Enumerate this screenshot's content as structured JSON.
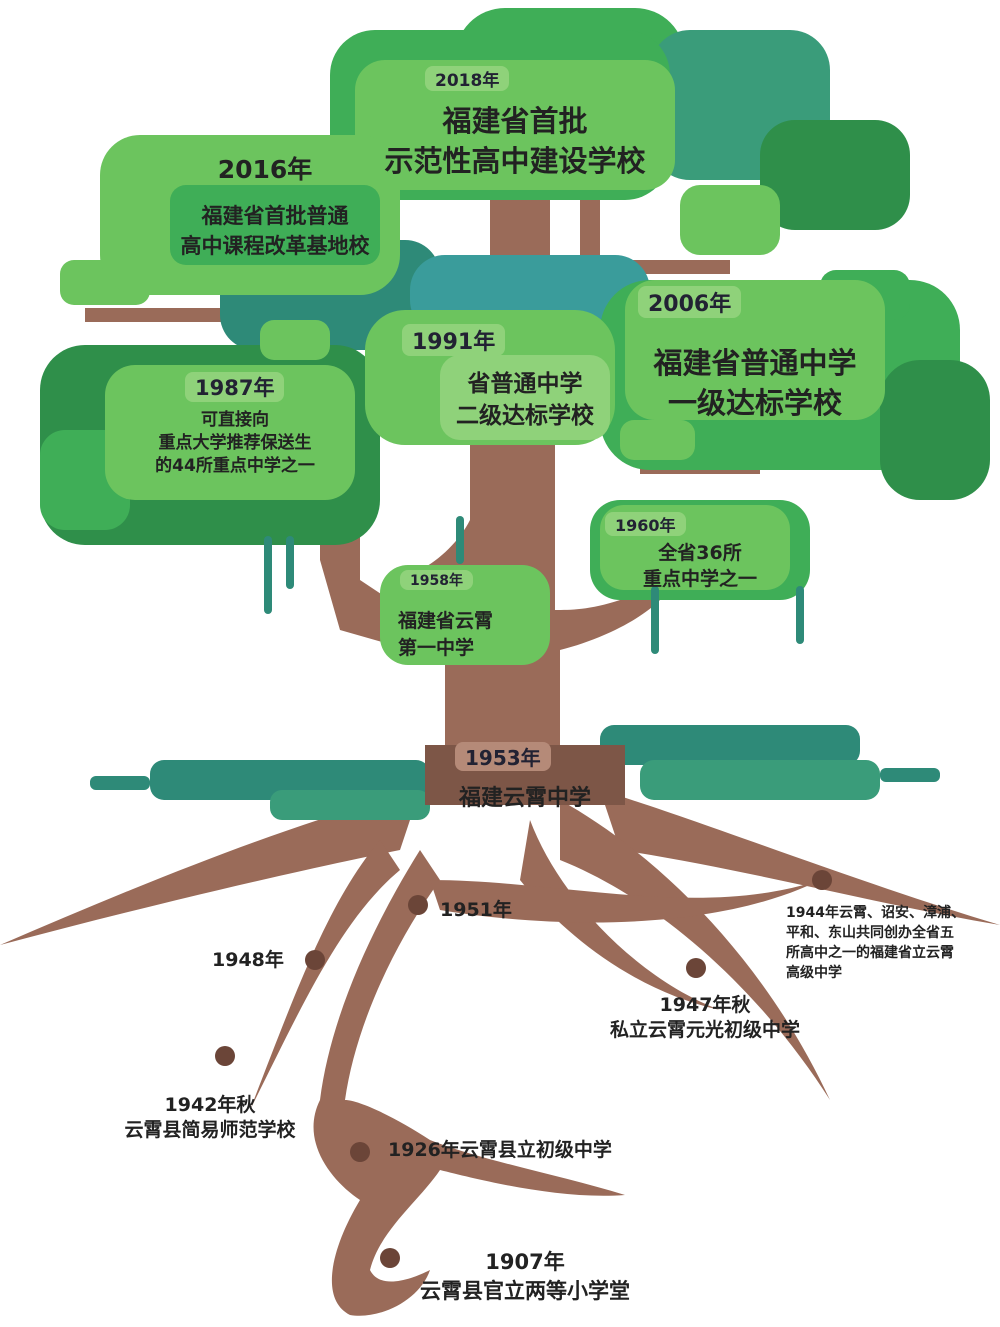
{
  "colors": {
    "leaf_dark": "#2f8f4a",
    "leaf_mid": "#3fae57",
    "leaf_light": "#6cc45e",
    "leaf_pale": "#8fd27a",
    "teal": "#2e8a78",
    "trunk": "#9a6b59",
    "trunk_dark": "#7d5647",
    "root_node": "#6b4538"
  },
  "milestones": {
    "m2018": {
      "year": "2018年",
      "text1": "福建省首批",
      "text2": "示范性高中建设学校"
    },
    "m2016": {
      "year": "2016年",
      "text1": "福建省首批普通",
      "text2": "高中课程改革基地校"
    },
    "m2006": {
      "year": "2006年",
      "text1": "福建省普通中学",
      "text2": "一级达标学校"
    },
    "m1991": {
      "year": "1991年",
      "text1": "省普通中学",
      "text2": "二级达标学校"
    },
    "m1987": {
      "year": "1987年",
      "text1": "可直接向",
      "text2": "重点大学推荐保送生",
      "text3": "的44所重点中学之一"
    },
    "m1960": {
      "year": "1960年",
      "text1": "全省36所",
      "text2": "重点中学之一"
    },
    "m1958": {
      "year": "1958年",
      "text1": "福建省云霄",
      "text2": "第一中学"
    },
    "m1953": {
      "year": "1953年",
      "text1": "福建云霄中学"
    }
  },
  "roots": {
    "r1951": {
      "year": "1951年"
    },
    "r1948": {
      "year": "1948年"
    },
    "r1944": {
      "text1": "1944年云霄、诏安、漳浦、",
      "text2": "平和、东山共同创办全省五",
      "text3": "所高中之一的福建省立云霄",
      "text4": "高级中学"
    },
    "r1947": {
      "year": "1947年秋",
      "text1": "私立云霄元光初级中学"
    },
    "r1942": {
      "year": "1942年秋",
      "text1": "云霄县简易师范学校"
    },
    "r1926": {
      "text1": "1926年云霄县立初级中学"
    },
    "r1907": {
      "year": "1907年",
      "text1": "云霄县官立两等小学堂"
    }
  }
}
